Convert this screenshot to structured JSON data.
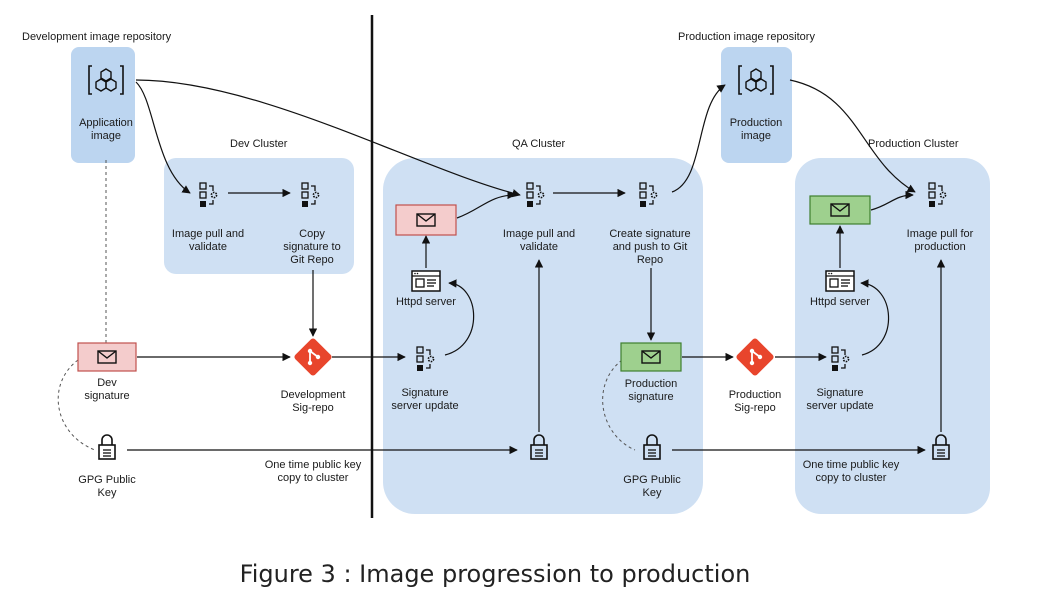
{
  "colors": {
    "cluster_fill": "#cfe0f3",
    "repo_fill": "#bcd5f0",
    "dev_envelope_fill": "#f4cccc",
    "dev_envelope_stroke": "#c0504d",
    "prod_envelope_fill": "#9ed08e",
    "prod_envelope_stroke": "#3f7f2f",
    "git_logo": "#e8452c",
    "line": "#111111"
  },
  "regions": {
    "dev_repo": "Development image repository",
    "prod_repo": "Production image repository",
    "dev_cluster": "Dev Cluster",
    "qa_cluster": "QA Cluster",
    "prod_cluster": "Production Cluster"
  },
  "nodes": {
    "app_image": "Application\nimage",
    "dev_pull": "Image pull and\nvalidate",
    "dev_copy": "Copy\nsignature to\nGit Repo",
    "dev_signature": "Dev\nsignature",
    "dev_sig_repo": "Development\nSig-repo",
    "dev_gpg": "GPG Public\nKey",
    "dev_key_copy": "One time public key\ncopy to cluster",
    "qa_httpd": "Httpd server",
    "qa_sig_update": "Signature\nserver update",
    "qa_pull": "Image pull and\nvalidate",
    "qa_create_sig": "Create signature\nand push to Git\nRepo",
    "prod_signature": "Production\nsignature",
    "prod_gpg": "GPG Public\nKey",
    "prod_image": "Production\nimage",
    "prod_sig_repo": "Production\nSig-repo",
    "prod_httpd": "Httpd server",
    "prod_sig_update": "Signature\nserver update",
    "prod_pull": "Image pull for\nproduction",
    "prod_key_copy": "One time public key\ncopy to cluster"
  },
  "caption": "Figure 3 : Image progression to production"
}
